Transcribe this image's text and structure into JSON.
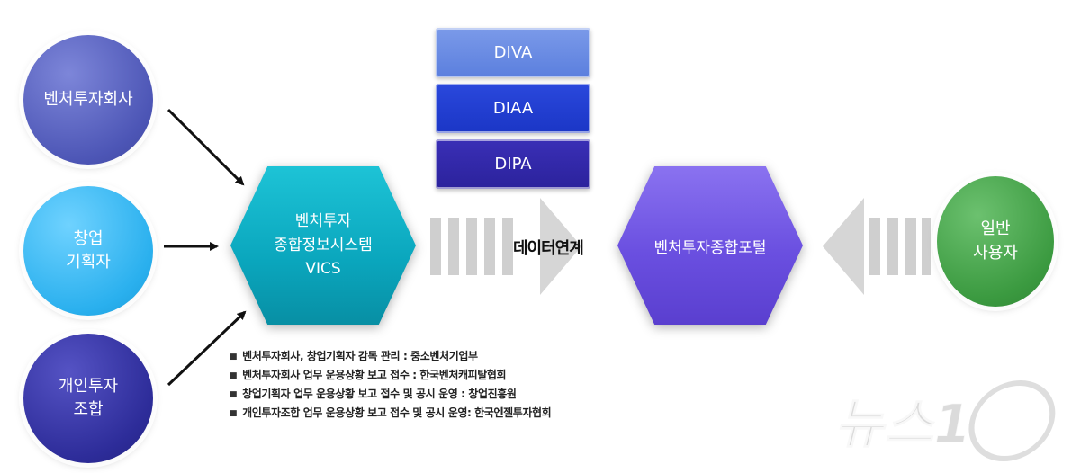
{
  "sources": [
    {
      "label": "벤처투자회사"
    },
    {
      "label": "창업\n기획자"
    },
    {
      "label": "개인투자\n조합"
    }
  ],
  "vics": {
    "label": "벤처투자\n종합정보시스템\nVICS"
  },
  "associations": [
    "DIVA",
    "DIAA",
    "DIPA"
  ],
  "link_label": "데이터연계",
  "portal": {
    "label": "벤처투자종합포털"
  },
  "general_user": {
    "label": "일반\n사용자"
  },
  "notes": [
    "벤처투자회사, 창업기획자 감독 관리 : 중소벤처기업부",
    "벤처투자회사 업무 운용상황 보고 접수 : 한국벤처캐피탈협회",
    "창업기획자 업무 운용상황 보고 접수 및 공시 운영 : 창업진흥원",
    "개인투자조합 업무 운용상황 보고 접수 및 공시 운영: 한국엔젤투자협회"
  ],
  "watermark": "뉴스1",
  "colors": {
    "venture_capital": "#5a63c2",
    "accelerator": "#2ab0ee",
    "individual_partnership": "#2d2c99",
    "vics": "#0aa6bd",
    "portal": "#6a4fe0",
    "general_user": "#3b9a40",
    "diva": "#6b8ae2",
    "diaa": "#2440d2",
    "dipa": "#3328a8"
  },
  "icons": [
    "arrow-icon",
    "striped-arrow-icon",
    "news1-logo"
  ]
}
